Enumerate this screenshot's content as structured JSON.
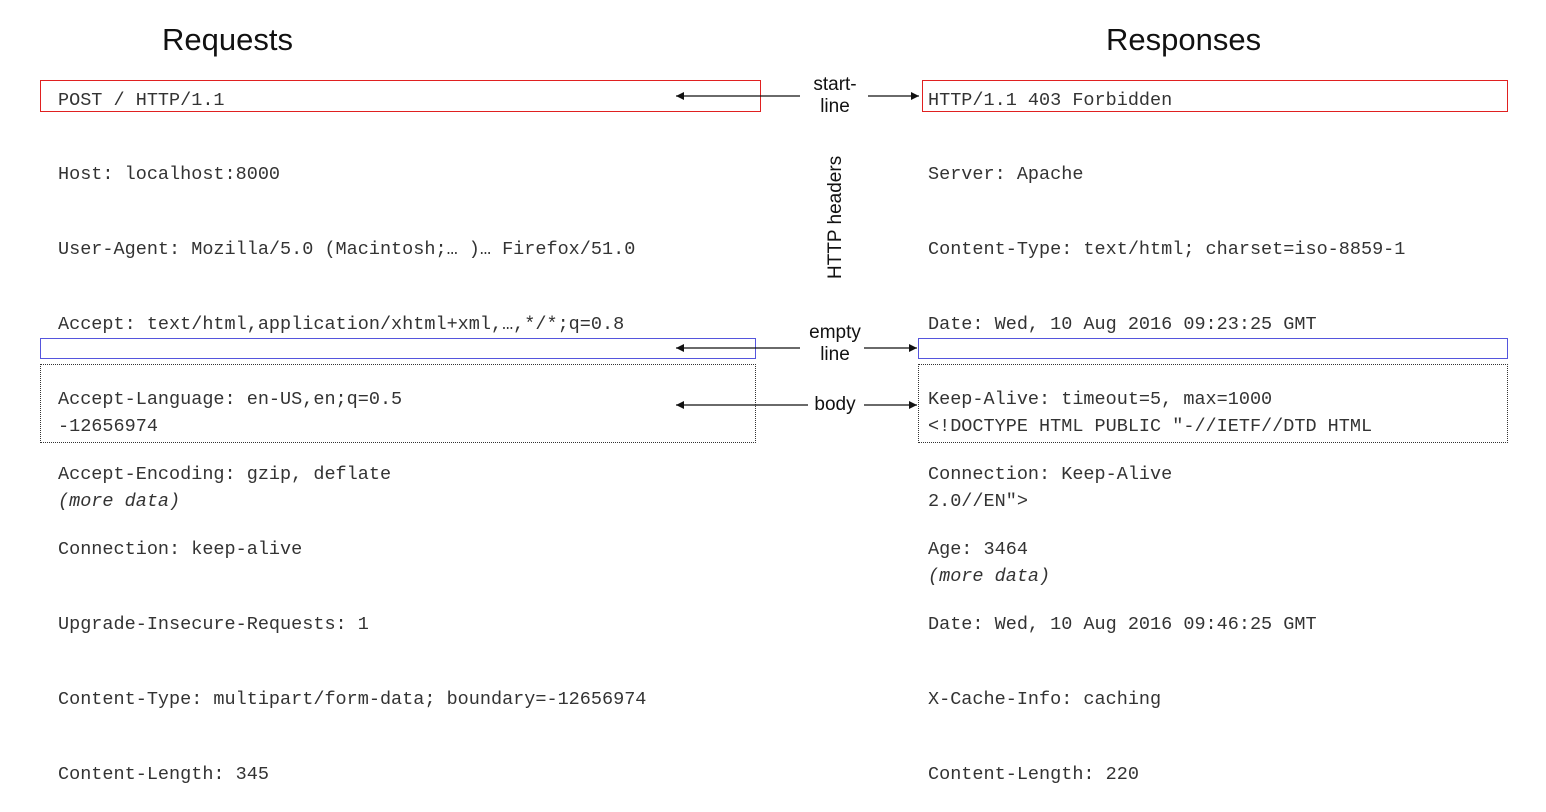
{
  "requests": {
    "title": "Requests",
    "start_line": "POST / HTTP/1.1",
    "headers": [
      "Host: localhost:8000",
      "User-Agent: Mozilla/5.0 (Macintosh;… )… Firefox/51.0",
      "Accept: text/html,application/xhtml+xml,…,*/*;q=0.8",
      "Accept-Language: en-US,en;q=0.5",
      "Accept-Encoding: gzip, deflate",
      "Connection: keep-alive",
      "Upgrade-Insecure-Requests: 1",
      "Content-Type: multipart/form-data; boundary=-12656974",
      "Content-Length: 345"
    ],
    "body": [
      "-12656974"
    ],
    "body_more": "(more data)"
  },
  "responses": {
    "title": "Responses",
    "start_line": "HTTP/1.1 403 Forbidden",
    "headers": [
      "Server: Apache",
      "Content-Type: text/html; charset=iso-8859-1",
      "Date: Wed, 10 Aug 2016 09:23:25 GMT",
      "Keep-Alive: timeout=5, max=1000",
      "Connection: Keep-Alive",
      "Age: 3464",
      "Date: Wed, 10 Aug 2016 09:46:25 GMT",
      "X-Cache-Info: caching",
      "Content-Length: 220"
    ],
    "body": [
      "<!DOCTYPE HTML PUBLIC \"-//IETF//DTD HTML",
      "2.0//EN\">"
    ],
    "body_more": "(more data)"
  },
  "labels": {
    "start_line": [
      "start-",
      "line"
    ],
    "http_headers": "HTTP headers",
    "empty_line": [
      "empty",
      "line"
    ],
    "body": "body"
  },
  "colors": {
    "start_line_box": "#e02020",
    "empty_line_box": "#5555dd",
    "body_box": "#333333"
  }
}
